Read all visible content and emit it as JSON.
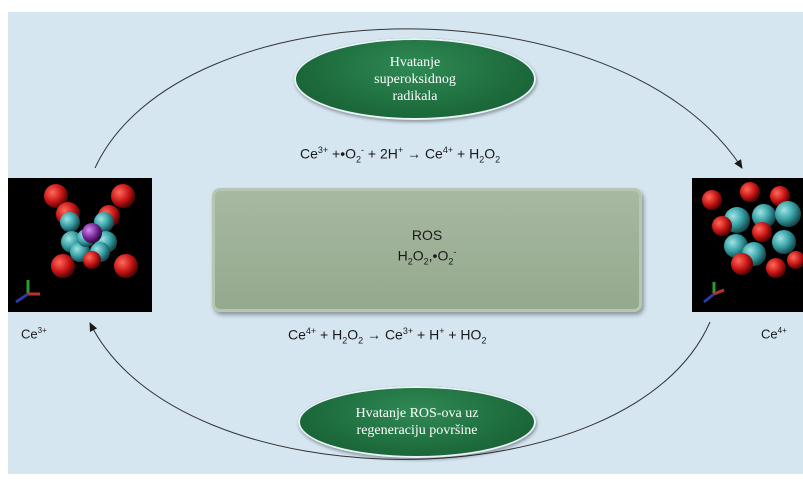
{
  "top_oval": {
    "line1": "Hvatanje",
    "line2": "superoksidnog",
    "line3": "radikala"
  },
  "bottom_oval": {
    "line1": "Hvatanje ROS-ova uz",
    "line2": "regeneraciju površine"
  },
  "equation_top": {
    "ce": "Ce",
    "ce3_charge": "3+",
    "plus_dot": " +•O",
    "o2_sub": "2",
    "o2_charge": "-",
    "plus_2h": " + 2H",
    "h_charge": "+",
    "arrow": " → Ce",
    "ce4_charge": "4+",
    "plus_h": " + H",
    "h2o2_sub1": "2",
    "o": "O",
    "h2o2_sub2": "2"
  },
  "equation_bottom": {
    "ce": "Ce",
    "ce4_charge": "4+",
    "plus_h": " + H",
    "sub1": "2",
    "o": "O",
    "sub2": "2",
    "arrow": " → Ce",
    "ce3_charge": "3+",
    "plus_hion": " + H",
    "h_charge": "+",
    "plus_ho": " + HO",
    "sub3": "2"
  },
  "ros_box": {
    "title": "ROS",
    "h": "H",
    "sub1": "2",
    "o": "O",
    "sub2": "2",
    "sep": ",•O",
    "sub3": "2",
    "charge": "-"
  },
  "left_label": {
    "ce": "Ce",
    "charge": "3+"
  },
  "right_label": {
    "ce": "Ce",
    "charge": "4+"
  },
  "colors": {
    "panel_background": "#d6e6f1",
    "oval_green": "#1d6b3c",
    "ros_box": "#9fb299",
    "oxygen_atom": "#cc1a1a",
    "cerium_atom": "#3aa3a8",
    "center_atom": "#7a2a9c"
  }
}
